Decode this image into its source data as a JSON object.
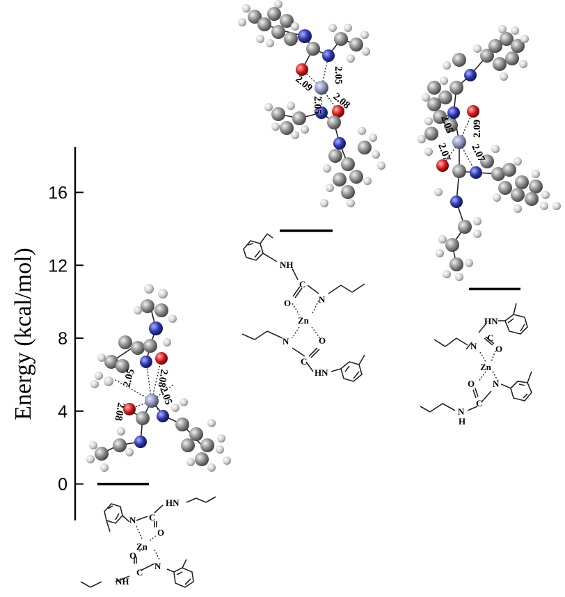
{
  "chart_data": {
    "type": "scatter",
    "title": "",
    "ylabel": "Energy (kcal/mol)",
    "xlabel": "",
    "ylim": [
      -2,
      18.5
    ],
    "yticks": [
      0,
      4,
      8,
      12,
      16
    ],
    "grid": false,
    "legend": "none",
    "levels": [
      {
        "id": "structure-1",
        "energy": 0.0,
        "distances": [
          "2.05",
          "2.08",
          "2.08",
          "2.05"
        ],
        "scheme_labels": {
          "hn": "HN",
          "n_left": "N",
          "c_top": "C",
          "o_top": "O",
          "zn": "Zn",
          "o_bottom": "O",
          "n_right": "N",
          "c_bottom": "C",
          "nh": "NH"
        }
      },
      {
        "id": "structure-2",
        "energy": 13.9,
        "distances": [
          "2.05",
          "2.09",
          "2.08",
          "2.05"
        ],
        "scheme_labels": {
          "nh": "NH",
          "c_top": "C",
          "o_top": "O",
          "n_top": "N",
          "zn": "Zn",
          "n_bottom": "N",
          "o_bottom": "O",
          "c_bottom": "C",
          "hn": "HN"
        }
      },
      {
        "id": "structure-3",
        "energy": 10.7,
        "distances": [
          "2.09",
          "2.05",
          "2.07",
          "2.07"
        ],
        "scheme_labels": {
          "hn": "HN",
          "n_top": "N",
          "c_top": "C",
          "o_top": "O",
          "zn": "Zn",
          "o_bottom": "O",
          "n_bottom": "N",
          "c_bottom": "C",
          "n_h": "N",
          "h": "H"
        }
      }
    ]
  },
  "colors": {
    "carbon": "#8a8a8a",
    "hydrogen": "#d9d9d9",
    "nitrogen": "#2b36a8",
    "oxygen": "#d11a1a",
    "zinc": "#8e93b8",
    "level_line": "#000000",
    "axis": "#000000"
  }
}
